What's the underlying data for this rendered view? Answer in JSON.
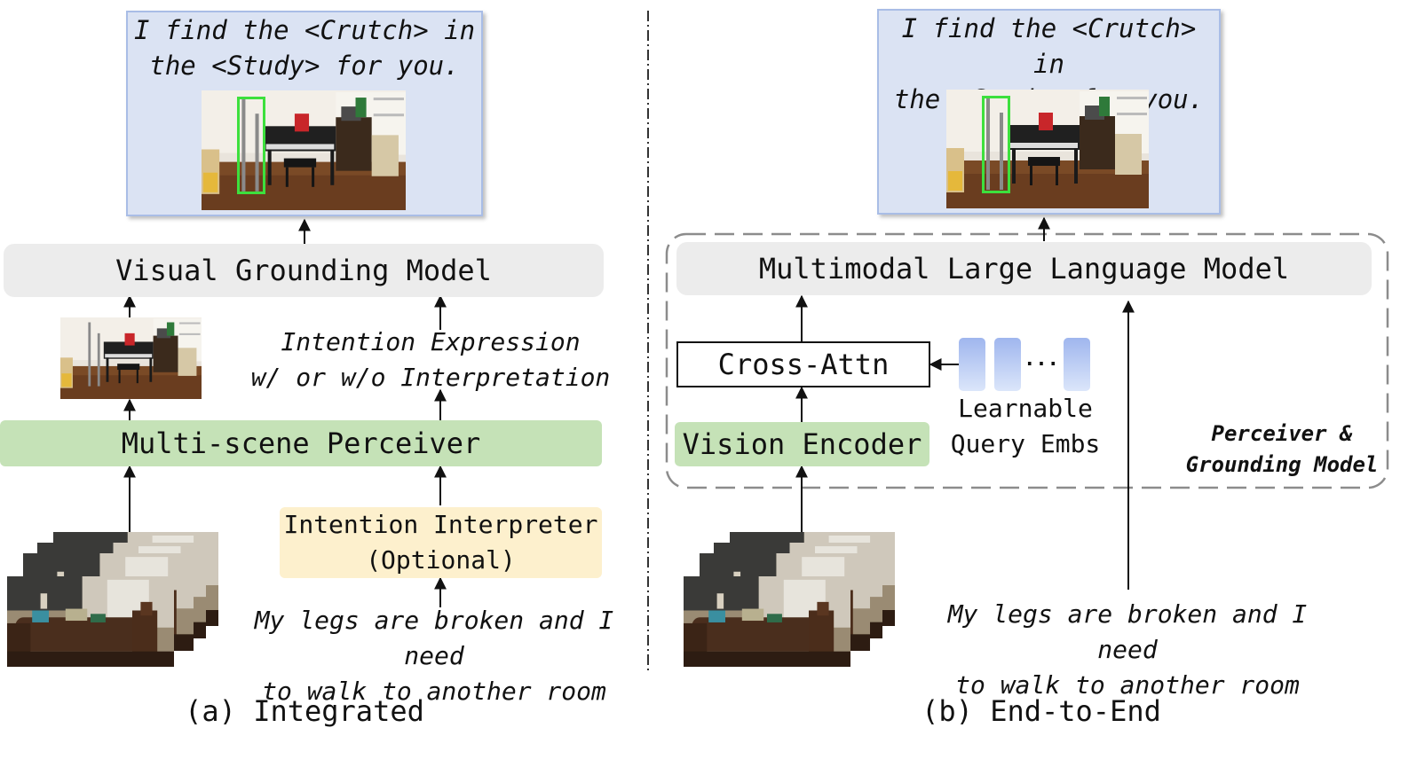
{
  "left": {
    "output_text": [
      "I find the <Crutch> in",
      "the <Study> for you."
    ],
    "visual_grounding_label": "Visual Grounding Model",
    "intention_expression_label": [
      "Intention Expression",
      "w/ or w/o Interpretation"
    ],
    "multi_scene_label": "Multi-scene Perceiver",
    "interpreter_label": [
      "Intention Interpreter",
      "(Optional)"
    ],
    "user_query": [
      "My legs are broken and I need",
      "to walk to another room"
    ],
    "caption": "(a) Integrated"
  },
  "right": {
    "output_text": [
      "I find the <Crutch> in",
      "the <Study> for you."
    ],
    "mllm_label": "Multimodal Large Language Model",
    "cross_attn_label": "Cross-Attn",
    "vision_encoder_label": "Vision Encoder",
    "ellipsis": "...",
    "learnable_label": [
      "Learnable",
      "Query Embs"
    ],
    "perceiver_grounding_label": [
      "Perceiver &",
      "Grounding Model"
    ],
    "user_query": [
      "My legs are broken and I need",
      "to walk to another room"
    ],
    "caption": "(b) End-to-End"
  },
  "colors": {
    "output_box": "#dbe3f3",
    "gray_box": "#ececec",
    "green_box": "#c5e2b7",
    "yellow_box": "#fdf0cd",
    "query_embedding": "#9fb6ee",
    "grounding_box": "#3de03d"
  }
}
